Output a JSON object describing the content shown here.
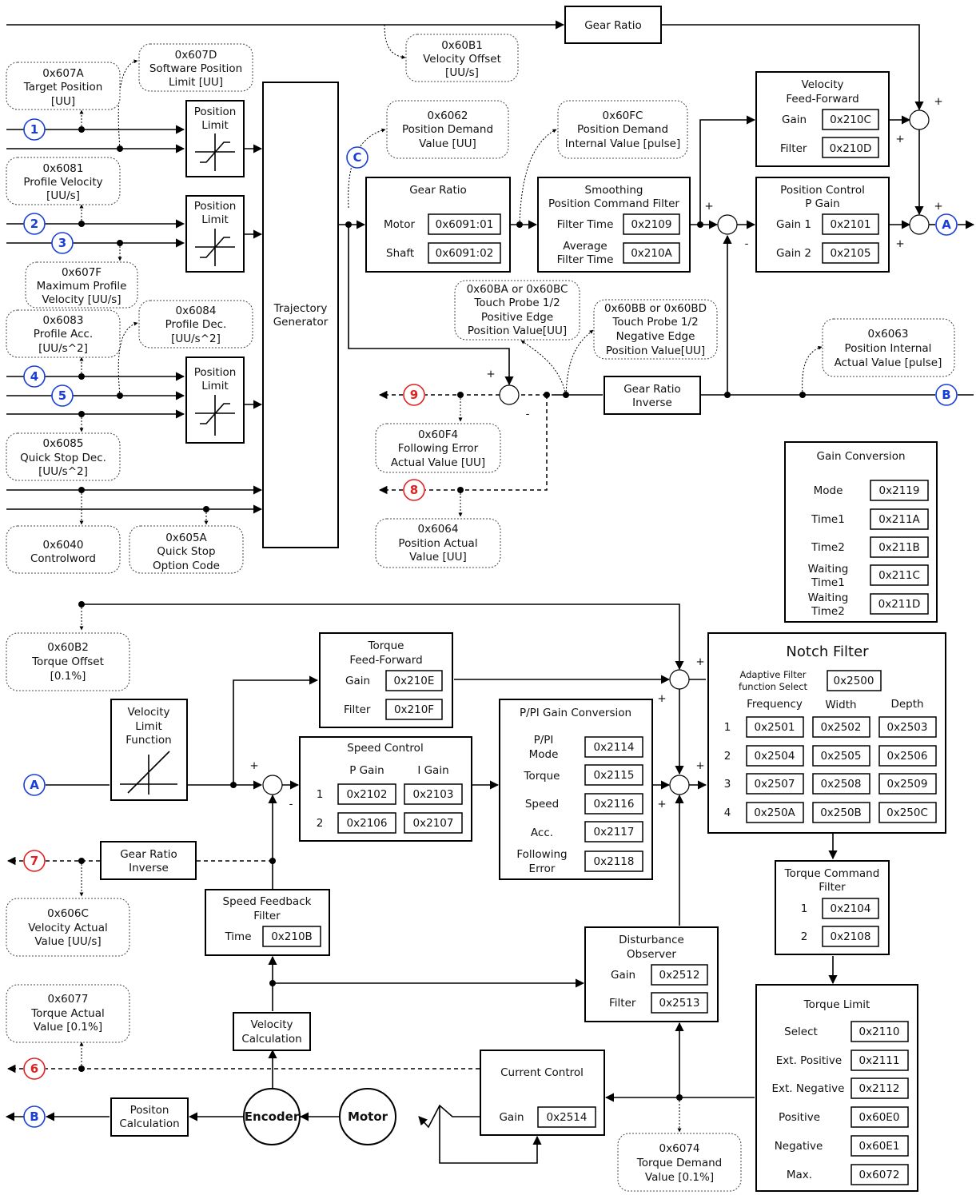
{
  "markers": {
    "A": "A",
    "B": "B",
    "C": "C",
    "n1": "1",
    "n2": "2",
    "n3": "3",
    "n4": "4",
    "n5": "5",
    "n6": "6",
    "n7": "7",
    "n8": "8",
    "n9": "9"
  },
  "signs": {
    "plus": "+",
    "minus": "-"
  },
  "top": {
    "gear_ratio": "Gear Ratio",
    "velocity_offset": [
      "0x60B1",
      "Velocity Offset",
      "[UU/s]"
    ],
    "target_position": [
      "0x607A",
      "Target Position",
      "[UU]"
    ],
    "software_position_limit": [
      "0x607D",
      "Software Position",
      "Limit [UU]"
    ],
    "profile_velocity": [
      "0x6081",
      "Profile Velocity",
      "[UU/s]"
    ],
    "max_profile_velocity": [
      "0x607F",
      "Maximum Profile",
      "Velocity [UU/s]"
    ],
    "profile_acc": [
      "0x6083",
      "Profile Acc.",
      "[UU/s^2]"
    ],
    "profile_dec": [
      "0x6084",
      "Profile Dec.",
      "[UU/s^2]"
    ],
    "quick_stop_dec": [
      "0x6085",
      "Quick Stop Dec.",
      "[UU/s^2]"
    ],
    "controlword": [
      "0x6040",
      "Controlword"
    ],
    "quick_stop_option": [
      "0x605A",
      "Quick Stop",
      "Option Code"
    ],
    "position_limit": [
      "Position",
      "Limit"
    ],
    "trajectory_generator": [
      "Trajectory",
      "Generator"
    ],
    "position_demand": [
      "0x6062",
      "Position Demand",
      "Value [UU]"
    ],
    "position_demand_internal": [
      "0x60FC",
      "Position Demand",
      "Internal Value [pulse]"
    ],
    "gear_ratio_block": {
      "title": "Gear Ratio",
      "motor": "Motor",
      "shaft": "Shaft",
      "motor_val": "0x6091:01",
      "shaft_val": "0x6091:02"
    },
    "smoothing": {
      "title": [
        "Smoothing",
        "Position Command Filter"
      ],
      "filter_time": "Filter Time",
      "filter_time_val": "0x2109",
      "avg": [
        "Average",
        "Filter Time"
      ],
      "avg_val": "0x210A"
    },
    "velocity_ff": {
      "title": [
        "Velocity",
        "Feed-Forward"
      ],
      "gain": "Gain",
      "gain_val": "0x210C",
      "filter": "Filter",
      "filter_val": "0x210D"
    },
    "position_control": {
      "title": [
        "Position Control",
        "P Gain"
      ],
      "gain1": "Gain 1",
      "gain1_val": "0x2101",
      "gain2": "Gain 2",
      "gain2_val": "0x2105"
    },
    "touch_probe_pos": [
      "0x60BA or 0x60BC",
      "Touch Probe 1/2",
      "Positive Edge",
      "Position Value[UU]"
    ],
    "touch_probe_neg": [
      "0x60BB or 0x60BD",
      "Touch Probe 1/2",
      "Negative  Edge",
      "Position Value[UU]"
    ],
    "position_internal_actual": [
      "0x6063",
      "Position Internal",
      "Actual Value [pulse]"
    ],
    "gear_ratio_inverse": [
      "Gear Ratio",
      "Inverse"
    ],
    "following_error": [
      "0x60F4",
      "Following Error",
      "Actual Value [UU]"
    ],
    "position_actual": [
      "0x6064",
      "Position Actual",
      "Value [UU]"
    ]
  },
  "gain_conversion": {
    "title": "Gain Conversion",
    "rows": [
      {
        "label": [
          "Mode"
        ],
        "value": "0x2119"
      },
      {
        "label": [
          "Time1"
        ],
        "value": "0x211A"
      },
      {
        "label": [
          "Time2"
        ],
        "value": "0x211B"
      },
      {
        "label": [
          "Waiting",
          "Time1"
        ],
        "value": "0x211C"
      },
      {
        "label": [
          "Waiting",
          "Time2"
        ],
        "value": "0x211D"
      }
    ]
  },
  "bottom": {
    "torque_offset": [
      "0x60B2",
      "Torque Offset",
      "[0.1%]"
    ],
    "torque_ff": {
      "title": [
        "Torque",
        "Feed-Forward"
      ],
      "gain": "Gain",
      "gain_val": "0x210E",
      "filter": "Filter",
      "filter_val": "0x210F"
    },
    "velocity_limit": [
      "Velocity",
      "Limit",
      "Function"
    ],
    "speed_control": {
      "title": "Speed Control",
      "p_gain": "P Gain",
      "i_gain": "I Gain",
      "rows": [
        {
          "n": "1",
          "p": "0x2102",
          "i": "0x2103"
        },
        {
          "n": "2",
          "p": "0x2106",
          "i": "0x2107"
        }
      ]
    },
    "ppi": {
      "title": "P/PI Gain Conversion",
      "rows": [
        {
          "label": [
            "P/PI",
            "Mode"
          ],
          "value": "0x2114"
        },
        {
          "label": [
            "Torque"
          ],
          "value": "0x2115"
        },
        {
          "label": [
            "Speed"
          ],
          "value": "0x2116"
        },
        {
          "label": [
            "Acc."
          ],
          "value": "0x2117"
        },
        {
          "label": [
            "Following",
            "Error"
          ],
          "value": "0x2118"
        }
      ]
    },
    "gear_ratio_inverse": [
      "Gear Ratio",
      "Inverse"
    ],
    "velocity_actual": [
      "0x606C",
      "Velocity Actual",
      "Value [UU/s]"
    ],
    "speed_feedback": {
      "title": [
        "Speed Feedback",
        "Filter"
      ],
      "time": "Time",
      "time_val": "0x210B"
    },
    "torque_actual": [
      "0x6077",
      "Torque Actual",
      "Value [0.1%]"
    ],
    "velocity_calc": [
      "Velocity",
      "Calculation"
    ],
    "disturbance": {
      "title": [
        "Disturbance",
        "Observer"
      ],
      "gain": "Gain",
      "gain_val": "0x2512",
      "filter": "Filter",
      "filter_val": "0x2513"
    },
    "current_control": {
      "title": "Current Control",
      "gain": "Gain",
      "gain_val": "0x2514"
    },
    "position_calc": [
      "Positon",
      "Calculation"
    ],
    "encoder": "Encoder",
    "motor": "Motor",
    "torque_demand": [
      "0x6074",
      "Torque Demand",
      "Value [0.1%]"
    ],
    "notch": {
      "title": "Notch Filter",
      "adaptive": [
        "Adaptive Filter",
        "function Select"
      ],
      "adaptive_val": "0x2500",
      "headers": [
        "Frequency",
        "Width",
        "Depth"
      ],
      "rows": [
        {
          "n": "1",
          "v": [
            "0x2501",
            "0x2502",
            "0x2503"
          ]
        },
        {
          "n": "2",
          "v": [
            "0x2504",
            "0x2505",
            "0x2506"
          ]
        },
        {
          "n": "3",
          "v": [
            "0x2507",
            "0x2508",
            "0x2509"
          ]
        },
        {
          "n": "4",
          "v": [
            "0x250A",
            "0x250B",
            "0x250C"
          ]
        }
      ]
    },
    "torque_cmd_filter": {
      "title": [
        "Torque Command",
        "Filter"
      ],
      "rows": [
        {
          "n": "1",
          "value": "0x2104"
        },
        {
          "n": "2",
          "value": "0x2108"
        }
      ]
    },
    "torque_limit": {
      "title": "Torque Limit",
      "rows": [
        {
          "label": "Select",
          "value": "0x2110"
        },
        {
          "label": "Ext. Positive",
          "value": "0x2111"
        },
        {
          "label": "Ext. Negative",
          "value": "0x2112"
        },
        {
          "label": "Positive",
          "value": "0x60E0"
        },
        {
          "label": "Negative",
          "value": "0x60E1"
        },
        {
          "label": "Max.",
          "value": "0x6072"
        }
      ]
    }
  }
}
